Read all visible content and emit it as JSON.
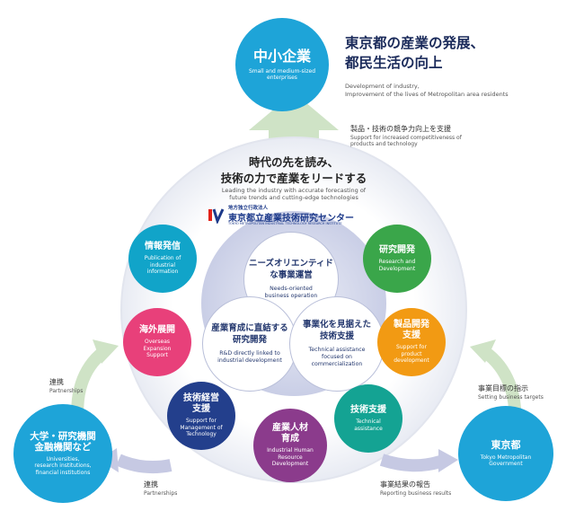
{
  "top_org": {
    "name": "中小企業",
    "name_en": "Small and medium-sized\nenterprises",
    "color": "#1ea4d8"
  },
  "goal": {
    "title": "東京都の産業の発展、\n都民生活の向上",
    "subtitle": "Development of industry,\nImprovement of the lives of Metropolitan area residents"
  },
  "support_arrow": {
    "jp": "製品・技術の競争力向上を支援",
    "en": "Support for increased competitiveness of\nproducts and technology"
  },
  "lead": {
    "title": "時代の先を読み、\n技術の力で産業をリードする",
    "subtitle": "Leading the industry with accurate forecasting of\nfuture trends and cutting-edge technologies"
  },
  "logo": {
    "corp_type": "地方独立行政法人",
    "name": "東京都立産業技術研究センター",
    "name_en": "TOKYO METROPOLITAN INDUSTRIAL TECHNOLOGY RESEARCH INSTITUTE"
  },
  "core": [
    {
      "jp": "ニーズオリエンティド\nな事業運営",
      "en": "Needs-oriented\nbusiness operation"
    },
    {
      "jp": "産業育成に直結する\n研究開発",
      "en": "R&D directly linked to\nindustrial development"
    },
    {
      "jp": "事業化を見据えた\n技術支援",
      "en": "Technical assistance\nfocused on\ncommercialization"
    }
  ],
  "services": [
    {
      "jp": "情報発信",
      "en": "Publication of\nindustrial\ninformation",
      "color": "#11a4c9"
    },
    {
      "jp": "研究開発",
      "en": "Research and\nDevelopment",
      "color": "#3aa64a"
    },
    {
      "jp": "海外展開",
      "en": "Overseas\nExpansion\nSupport",
      "color": "#e8407a"
    },
    {
      "jp": "製品開発\n支援",
      "en": "Support for\nproduct\ndevelopment",
      "color": "#f29a13"
    },
    {
      "jp": "技術経営\n支援",
      "en": "Support for\nManagement of\nTechnology",
      "color": "#233f8c"
    },
    {
      "jp": "技術支援",
      "en": "Technical\nassistance",
      "color": "#14a393"
    },
    {
      "jp": "産業人材\n育成",
      "en": "Industrial Human\nResource\nDevelopment",
      "color": "#8b3b8c"
    }
  ],
  "partners_left": {
    "jp": "大学・研究機関\n金融機関など",
    "en": "Universities,\nresearch institutions,\nfinancial institutions",
    "color": "#1ea4d8"
  },
  "partners_right": {
    "jp": "東京都",
    "en": "Tokyo Metropolitan\nGovernment",
    "color": "#1ea4d8"
  },
  "labels": {
    "partnership_upper_jp": "連携",
    "partnership_upper_en": "Partnerships",
    "partnership_lower_jp": "連携",
    "partnership_lower_en": "Partnerships",
    "targets_jp": "事業目標の指示",
    "targets_en": "Setting business targets",
    "reports_jp": "事業結果の報告",
    "reports_en": "Reporting business results"
  }
}
